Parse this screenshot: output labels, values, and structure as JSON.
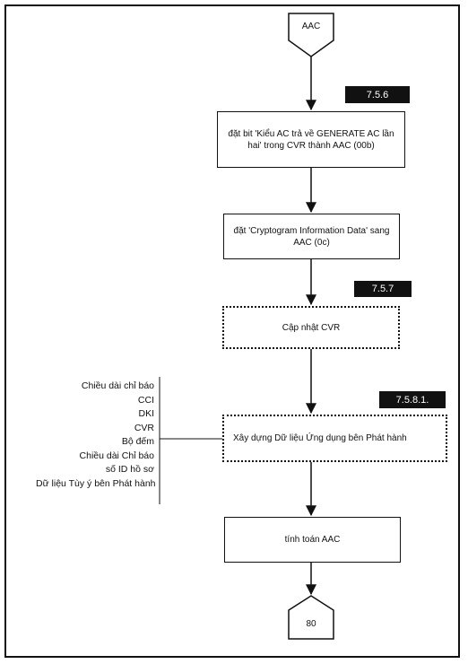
{
  "start_connector": {
    "label": "AAC"
  },
  "end_connector": {
    "label": "80"
  },
  "steps": [
    {
      "tag": "7.5.6",
      "text": "đặt bit 'Kiểu AC trả về GENERATE AC lần hai' trong CVR thành AAC (00b)"
    },
    {
      "tag": "",
      "text": "đặt 'Cryptogram Information Data' sang AAC (0c)"
    },
    {
      "tag": "7.5.7",
      "text": "Cập nhật CVR"
    },
    {
      "tag": "7.5.8.1.",
      "text": "Xây dựng Dữ liệu Ứng dụng bên Phát hành"
    },
    {
      "tag": "",
      "text": "tính toán AAC"
    }
  ],
  "inputs": [
    "Chiều dài chỉ báo",
    "CCI",
    "DKI",
    "CVR",
    "Bộ đếm",
    "Chiều dài Chỉ báo",
    "số ID hồ sơ",
    "Dữ liệu Tùy ý bên Phát hành"
  ]
}
